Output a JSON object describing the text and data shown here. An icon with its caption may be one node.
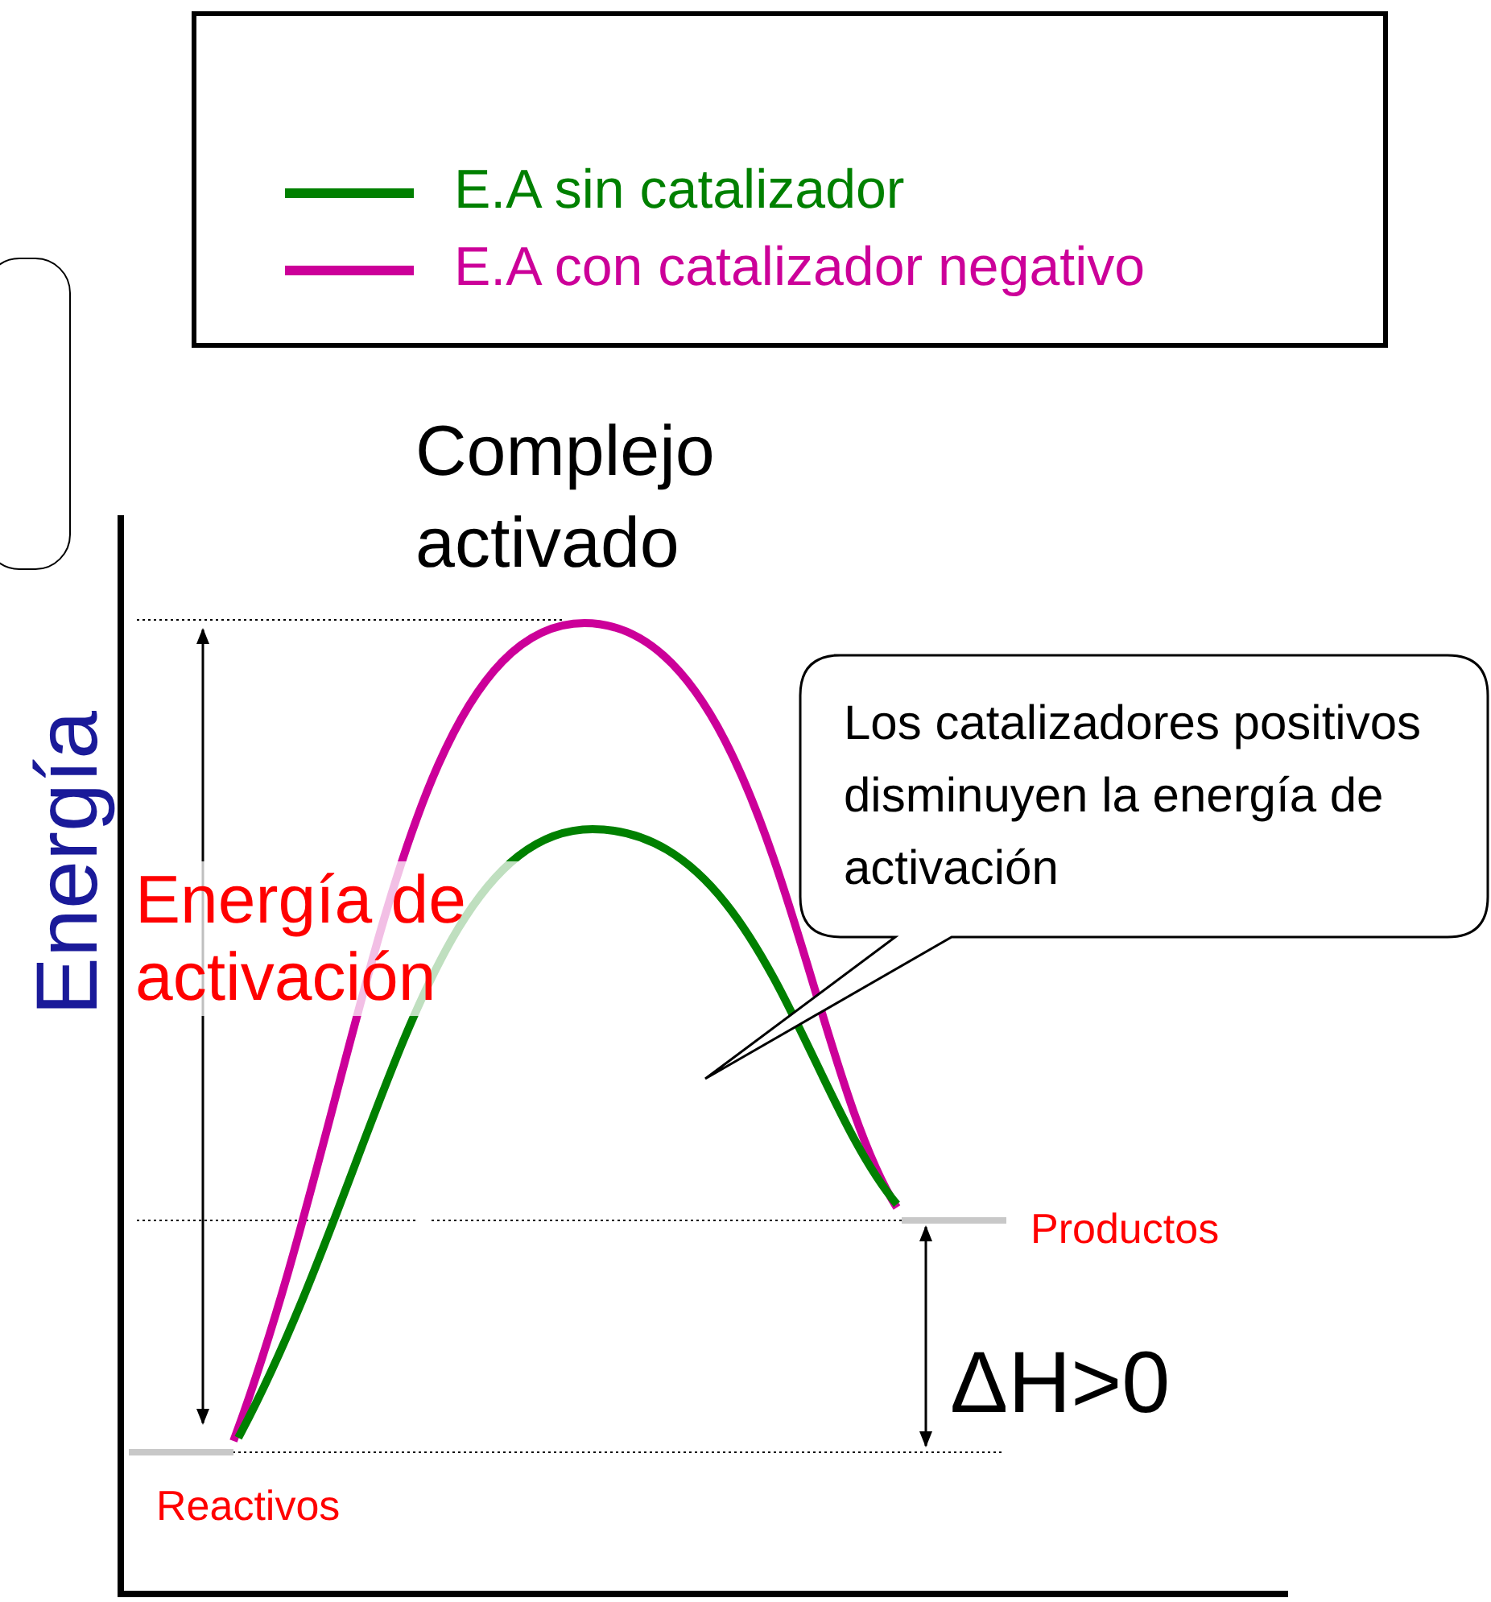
{
  "diagram": {
    "nodes": [
      {
        "text": [],
        "shape": "box"
      },
      {
        "text": [
          "Los catalizadores positivos disminuyen la energía de activación"
        ]
      }
    ],
    "edges": [],
    "labels": [
      "Complejo activado",
      "Energía",
      "Energía de activación",
      "Productos",
      "ΔH>0",
      "Reactivos"
    ],
    "legend": [
      {
        "text": "E.A sin catalizador"
      },
      {
        "text": "E.A con catalizador negativo"
      }
    ]
  }
}
